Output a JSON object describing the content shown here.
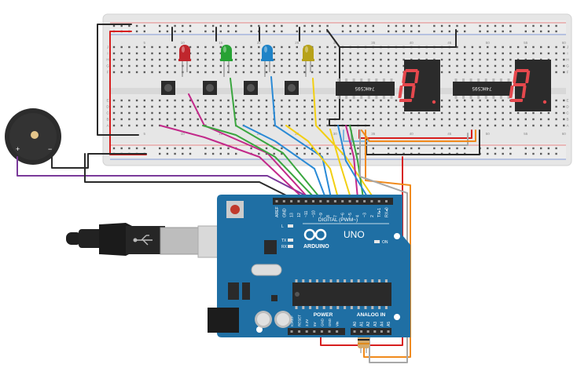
{
  "breadboard": {
    "left_col_numbers": [
      "1",
      "5",
      "10",
      "15",
      "20",
      "25",
      "30"
    ],
    "right_col_numbers": [
      "5",
      "10",
      "15",
      "20",
      "25",
      "30",
      "35",
      "40",
      "45",
      "50",
      "55",
      "60"
    ],
    "row_letters_top": [
      "J",
      "I",
      "H",
      "G",
      "F"
    ],
    "row_letters_bottom": [
      "E",
      "D",
      "C",
      "B",
      "A"
    ]
  },
  "chips": [
    {
      "label": "74HC595"
    },
    {
      "label": "74HC595"
    }
  ],
  "seven_segment": [
    {
      "digit": "8",
      "color": "#e5484d"
    },
    {
      "digit": "8",
      "color": "#e5484d"
    }
  ],
  "leds": [
    {
      "color": "#c0262d",
      "name": "red"
    },
    {
      "color": "#27a234",
      "name": "green"
    },
    {
      "color": "#1f83c7",
      "name": "blue"
    },
    {
      "color": "#b7a21a",
      "name": "yellow"
    }
  ],
  "buzzer": {
    "plus": "+",
    "minus": "−"
  },
  "arduino": {
    "brand": "ARDUINO",
    "model": "UNO",
    "digital_label": "DIGITAL (PWM~)",
    "power_label": "POWER",
    "analog_label": "ANALOG IN",
    "on_label": "ON",
    "tx_label": "TX",
    "rx_label": "RX",
    "l_label": "L",
    "digital_pins": [
      "AREF",
      "GND",
      "13",
      "12",
      "~11",
      "~10",
      "~9",
      "8",
      "7",
      "~6",
      "~5",
      "4",
      "~3",
      "2",
      "TX▸1",
      "RX◂0"
    ],
    "power_pins": [
      "IOREF",
      "RESET",
      "3.3V",
      "5V",
      "GND",
      "GND",
      "Vin"
    ],
    "analog_pins": [
      "A0",
      "A1",
      "A2",
      "A3",
      "A4",
      "A5"
    ]
  },
  "colors": {
    "board_blue": "#1f6fa4",
    "breadboard": "#e7e7e7",
    "wire_red": "#d71f1f",
    "wire_black": "#2a2a2a",
    "wire_pink": "#c2298a",
    "wire_green": "#3aa63f",
    "wire_blue": "#2a8ad6",
    "wire_yellow": "#f2cf12",
    "wire_orange": "#f08a1c",
    "wire_gray": "#a8a8a8",
    "wire_purple": "#7a3a9a"
  }
}
